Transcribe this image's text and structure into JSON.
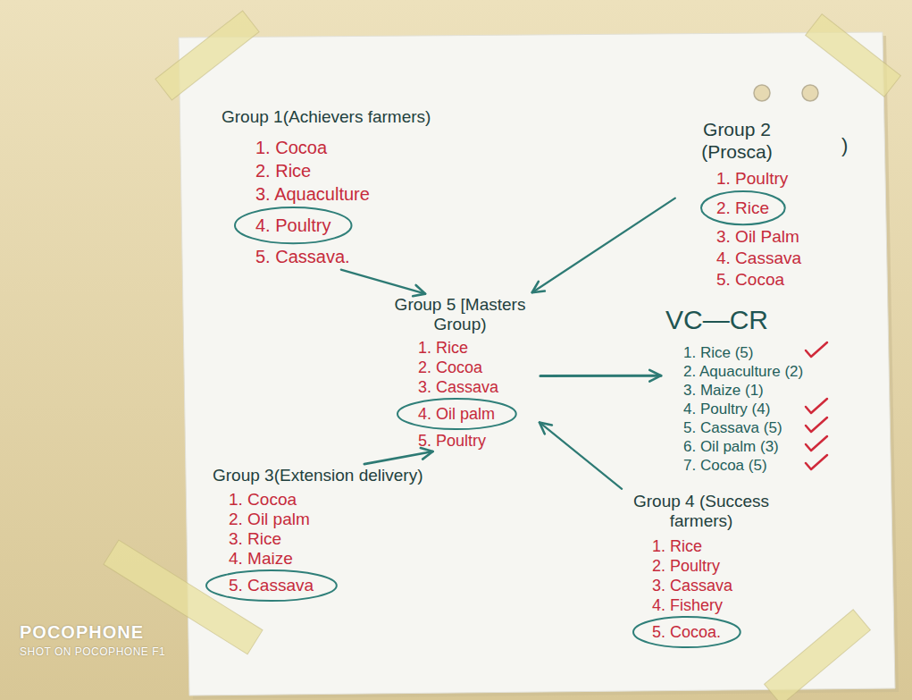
{
  "diagram": {
    "nodes": [
      {
        "text": [
          "Group 1(Achievers farmers)",
          "1. Cocoa",
          "2. Rice",
          "3. Aquaculture",
          "5. Cassava."
        ]
      },
      {
        "text": [
          "4. Poultry"
        ],
        "in": 0
      },
      {
        "text": [
          "Group 2 (Prosca)",
          "1. Poultry",
          "3. Oil Palm",
          "4. Cassava",
          "5. Cocoa"
        ]
      },
      {
        "text": [
          "2. Rice"
        ],
        "in": 2
      },
      {
        "text": [
          "Group 5 [Masters Group)",
          "1. Rice",
          "2. Cocoa",
          "3. Cassava",
          "5. Poultry"
        ]
      },
      {
        "text": [
          "4. Oil palm"
        ],
        "in": 4
      },
      {
        "text": [
          "VC—CR",
          "1. Rice (5)",
          "2. Aquaculture (2)",
          "3. Maize (1)",
          "4. Poultry (4)",
          "5. Cassava (5)",
          "6. Oil palm (3)",
          "7. Cocoa (5)"
        ]
      },
      {
        "text": [
          "Group 3(Extension delivery)",
          "1. Cocoa",
          "2. Oil palm",
          "3. Rice",
          "4. Maize"
        ]
      },
      {
        "text": [
          "5. Cassava"
        ],
        "in": 7
      },
      {
        "text": [
          "Group 4 (Success farmers)",
          "1. Rice",
          "2. Poultry",
          "3. Cassava",
          "4. Fishery"
        ]
      },
      {
        "text": [
          "5. Cocoa."
        ],
        "in": 9
      }
    ],
    "edges": [
      {
        "from": 0,
        "to": 4,
        "arrow": "to"
      },
      {
        "from": 2,
        "to": 4,
        "arrow": "to"
      },
      {
        "from": 7,
        "to": 4,
        "arrow": "to"
      },
      {
        "from": 9,
        "to": 4,
        "arrow": "to"
      },
      {
        "from": 4,
        "to": 6,
        "arrow": "to"
      }
    ],
    "labels": [
      ")",
      "POCOPHONE",
      "SHOT ON POCOPHONE F1"
    ]
  }
}
